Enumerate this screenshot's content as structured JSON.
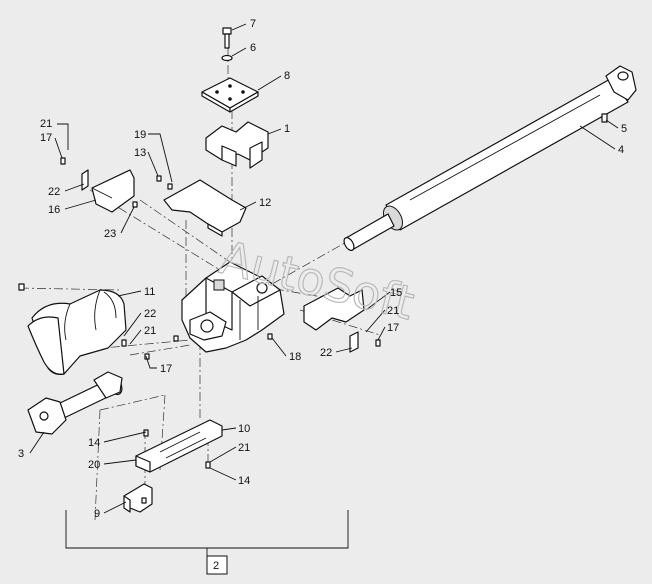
{
  "diagram": {
    "watermark": "AutoSoft",
    "group_label": "2",
    "callouts": [
      "7",
      "6",
      "8",
      "1",
      "21",
      "17",
      "19",
      "13",
      "22",
      "16",
      "23",
      "12",
      "5",
      "4",
      "11",
      "22",
      "21",
      "15",
      "21",
      "17",
      "22",
      "18",
      "17",
      "3",
      "14",
      "10",
      "20",
      "21",
      "14",
      "9"
    ]
  }
}
